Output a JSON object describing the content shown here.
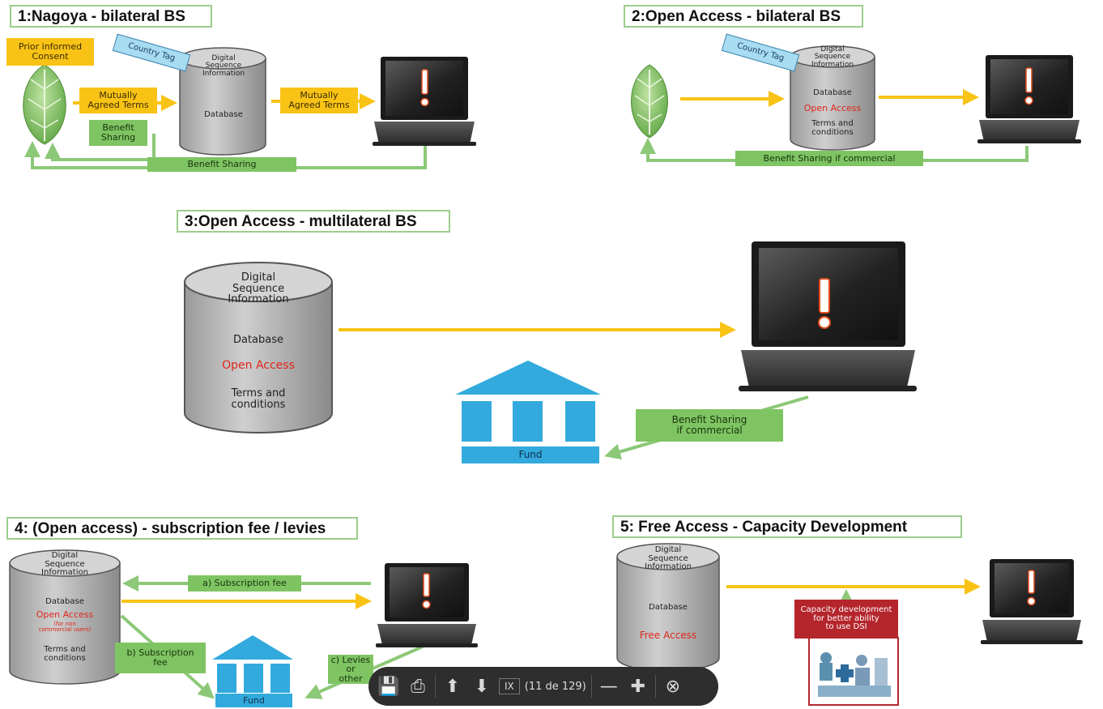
{
  "panels": {
    "p1": {
      "title": "1:Nagoya - bilateral BS",
      "prior_consent": "Prior informed\nConsent",
      "mutually_agreed_left": "Mutually\nAgreed Terms",
      "mutually_agreed_right": "Mutually\nAgreed Terms",
      "benefit_sharing_small": "Benefit\nSharing",
      "benefit_sharing_bottom": "Benefit Sharing",
      "country_tag": "Country Tag",
      "cyl_top": "Digital\nSequence\nInformation",
      "cyl_db": "Database"
    },
    "p2": {
      "title": "2:Open Access - bilateral BS",
      "country_tag": "Country Tag",
      "cyl_top": "Digital\nSequence\nInformation",
      "cyl_db": "Database",
      "cyl_open": "Open Access",
      "cyl_terms": "Terms and\nconditions",
      "benefit_sharing": "Benefit Sharing if commercial"
    },
    "p3": {
      "title": "3:Open Access - multilateral BS",
      "cyl_top": "Digital\nSequence\nInformation",
      "cyl_db": "Database",
      "cyl_open": "Open Access",
      "cyl_terms": "Terms and\nconditions",
      "benefit_sharing": "Benefit Sharing\nif commercial",
      "fund": "Fund"
    },
    "p4": {
      "title": "4: (Open access) - subscription fee / levies",
      "cyl_top": "Digital\nSequence\nInformation",
      "cyl_db": "Database",
      "cyl_open": "Open Access",
      "cyl_note": "(for non\ncommercial users)",
      "cyl_terms": "Terms and\nconditions",
      "sub_a": "a) Subscription fee",
      "sub_b": "b) Subscription\nfee",
      "levies": "c) Levies or\nother",
      "fund": "Fund"
    },
    "p5": {
      "title": "5: Free Access - Capacity Development",
      "cyl_top": "Digital\nSequence\nInformation",
      "cyl_db": "Database",
      "cyl_free": "Free Access",
      "capacity": "Capacity development\nfor better ability\nto use DSI"
    }
  },
  "viewer_toolbar": {
    "zoom_box": "IX",
    "page_info": "(11 de 129)",
    "icons": [
      "save-icon",
      "print-icon",
      "arrow-up-icon",
      "arrow-down-icon",
      "minus-icon",
      "plus-icon",
      "close-circle-icon"
    ]
  },
  "colors": {
    "yellow_arrow": "#f9c316",
    "green_arrow": "#8cc878",
    "fund_blue": "#33aadd",
    "open_access_red": "#e0261b",
    "capacity_red": "#b4262c"
  }
}
